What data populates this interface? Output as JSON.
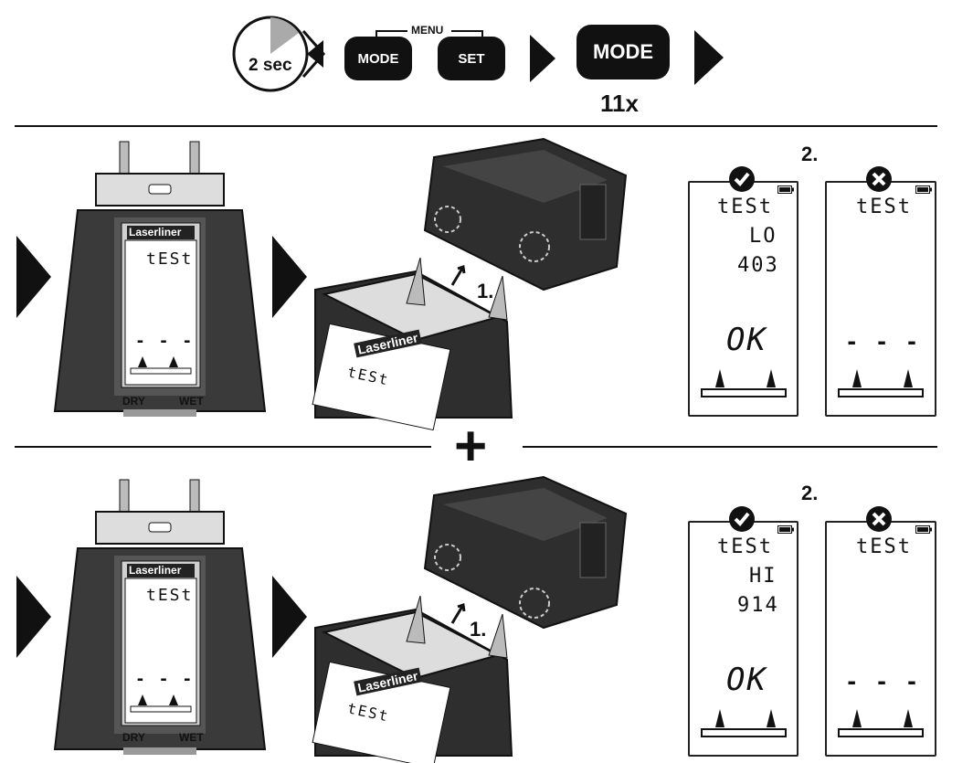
{
  "header": {
    "timer_label": "2 sec",
    "menu_label": "MENU",
    "mode_button": "MODE",
    "set_button": "SET",
    "mode_button_large": "MODE",
    "repeat_count": "11x"
  },
  "plus_symbol": "+",
  "rows": [
    {
      "device": {
        "brand": "Laserliner",
        "display_text": "tESt",
        "display_dashes": "- - -",
        "dry_label": "DRY",
        "wet_label": "WET"
      },
      "hand_device": {
        "brand": "Laserliner",
        "display_text": "tESt",
        "step_label": "1."
      },
      "result_step_label": "2.",
      "result_ok": {
        "line1": "tESt",
        "line2": "LO",
        "line3": "403",
        "status": "OK"
      },
      "result_fail": {
        "line1": "tESt",
        "status": "- - -"
      }
    },
    {
      "device": {
        "brand": "Laserliner",
        "display_text": "tESt",
        "display_dashes": "- - -",
        "dry_label": "DRY",
        "wet_label": "WET"
      },
      "hand_device": {
        "brand": "Laserliner",
        "display_text": "tESt",
        "step_label": "1."
      },
      "result_step_label": "2.",
      "result_ok": {
        "line1": "tESt",
        "line2": "HI",
        "line3": "914",
        "status": "OK"
      },
      "result_fail": {
        "line1": "tESt",
        "status": "- - -"
      }
    }
  ]
}
